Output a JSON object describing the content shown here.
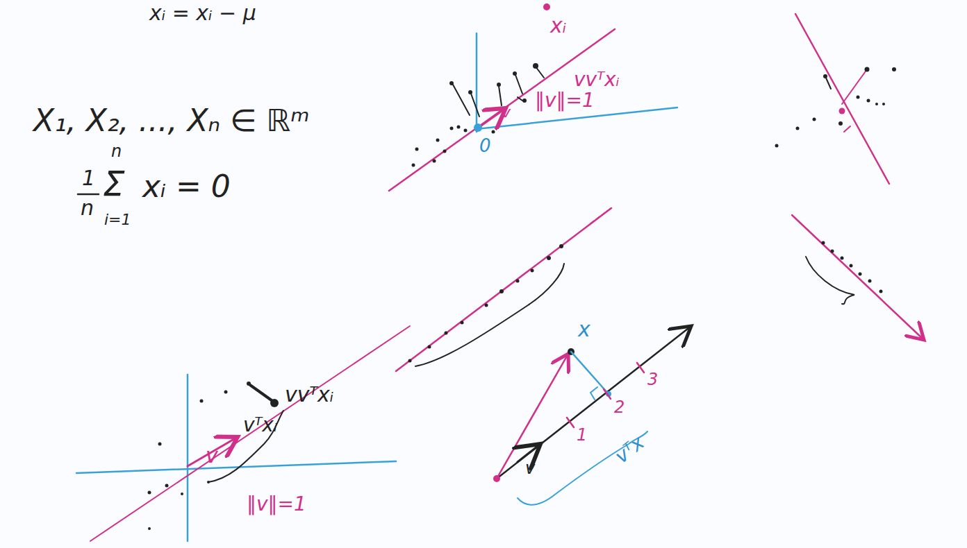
{
  "diagram": {
    "labels": [
      "xᵢ = xᵢ − μ",
      "X₁, X₂, ..., Xₙ ∈ ℝᵐ",
      "1",
      "n",
      "Σ",
      "n",
      "i=1",
      "xᵢ = 0",
      "xᵢ",
      "vvᵀxᵢ",
      "v",
      "0",
      "‖v‖=1",
      "v",
      "vvᵀxᵢ",
      "vᵀxᵢ",
      "‖v‖=1",
      "x",
      "v",
      "1",
      "2",
      "3",
      "vᵀx"
    ]
  }
}
